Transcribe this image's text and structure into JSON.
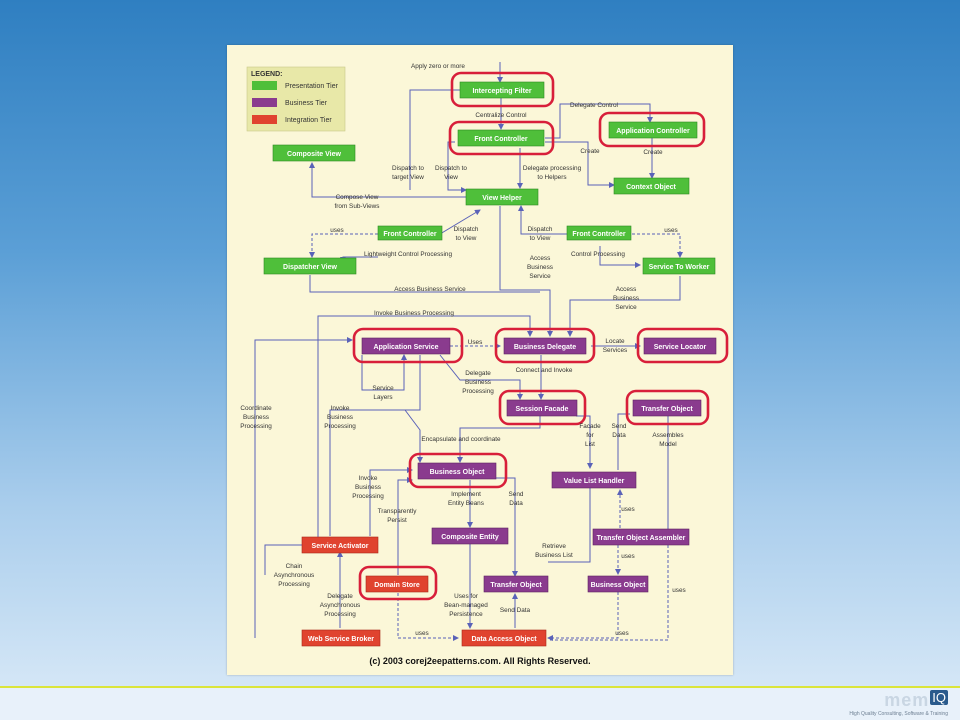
{
  "legend": {
    "title": "LEGEND:",
    "items": [
      {
        "label": "Presentation Tier",
        "color": "#4fbf3a"
      },
      {
        "label": "Business Tier",
        "color": "#8a3b8e"
      },
      {
        "label": "Integration Tier",
        "color": "#e0432f"
      }
    ]
  },
  "nodes": {
    "intercepting_filter": "Intercepting Filter",
    "front_controller_main": "Front Controller",
    "application_controller": "Application Controller",
    "composite_view": "Composite View",
    "context_object": "Context Object",
    "view_helper": "View Helper",
    "front_controller_left": "Front Controller",
    "front_controller_right": "Front Controller",
    "dispatcher_view": "Dispatcher View",
    "service_to_worker": "Service To Worker",
    "application_service": "Application Service",
    "business_delegate": "Business Delegate",
    "service_locator": "Service Locator",
    "session_facade": "Session Facade",
    "transfer_object_top": "Transfer Object",
    "business_object_main": "Business Object",
    "value_list_handler": "Value List Handler",
    "composite_entity": "Composite Entity",
    "transfer_object_assembler": "Transfer Object Assembler",
    "service_activator": "Service Activator",
    "domain_store": "Domain Store",
    "transfer_object_bottom": "Transfer Object",
    "business_object_small": "Business Object",
    "web_service_broker": "Web Service Broker",
    "data_access_object": "Data Access Object"
  },
  "labels": {
    "apply_zero": "Apply zero or more",
    "centralize": "Centralize Control",
    "delegate_control": "Delegate Control",
    "create1": "Create",
    "create2": "Create",
    "dispatch_target1": "Dispatch to",
    "dispatch_target2": "target View",
    "dispatch_view1": "Dispatch to",
    "dispatch_view2": "View",
    "delegate_proc1": "Delegate processing",
    "delegate_proc2": "to Helpers",
    "compose1": "Compose View",
    "compose2": "from Sub-Views",
    "uses_left": "uses",
    "dispatch_l1": "Dispatch",
    "dispatch_l2": "to View",
    "dispatch_r1": "Dispatch",
    "dispatch_r2": "to View",
    "uses_right": "uses",
    "lightweight": "Lightweight Control Processing",
    "control_proc": "Control Processing",
    "abs_c1": "Access",
    "abs_c2": "Business",
    "abs_c3": "Service",
    "abs_left": "Access Business Service",
    "abs_r1": "Access",
    "abs_r2": "Business",
    "abs_r3": "Service",
    "invoke_bp": "Invoke Business Processing",
    "uses_mid": "Uses",
    "locate1": "Locate",
    "locate2": "Services",
    "svc_layers1": "Service",
    "svc_layers2": "Layers",
    "del_bp1": "Delegate",
    "del_bp2": "Business",
    "del_bp3": "Processing",
    "connect": "Connect and Invoke",
    "coord1": "Coordinate",
    "coord2": "Business",
    "coord3": "Processing",
    "invoke_l1": "Invoke",
    "invoke_l2": "Business",
    "invoke_l3": "Processing",
    "encap": "Encapsulate and coordinate",
    "facade1": "Facade",
    "facade2": "for",
    "facade3": "List",
    "send_data1": "Send",
    "send_data2": "Data",
    "assembles1": "Assembles",
    "assembles2": "Model",
    "invoke_m1": "Invoke",
    "invoke_m2": "Business",
    "invoke_m3": "Processing",
    "impl1": "Implement",
    "impl2": "Entity Beans",
    "send_data_c1": "Send",
    "send_data_c2": "Data",
    "trans1": "Transparently",
    "trans2": "Persist",
    "uses_vlh": "uses",
    "retrieve1": "Retrieve",
    "retrieve2": "Business List",
    "chain1": "Chain",
    "chain2": "Asynchronous",
    "chain3": "Processing",
    "uses_toa": "uses",
    "delasync1": "Delegate",
    "delasync2": "Asynchronous",
    "delasync3": "Processing",
    "bean1": "Uses for",
    "bean2": "Bean-managed",
    "bean3": "Persistence",
    "send_data_b": "Send Data",
    "uses_dao_l": "uses",
    "uses_dao_r": "uses",
    "uses_far": "uses"
  },
  "copyright": "(c) 2003 corej2eepatterns.com. All Rights Reserved.",
  "logo": {
    "name": "mem",
    "badge": "IQ",
    "tagline": "High Quality Consulting, Software & Training"
  },
  "colors": {
    "presentation": "#4fbf3a",
    "business": "#8a3b8e",
    "integration": "#e0432f",
    "highlight": "#d81f3a",
    "edge": "#5a62b8"
  }
}
